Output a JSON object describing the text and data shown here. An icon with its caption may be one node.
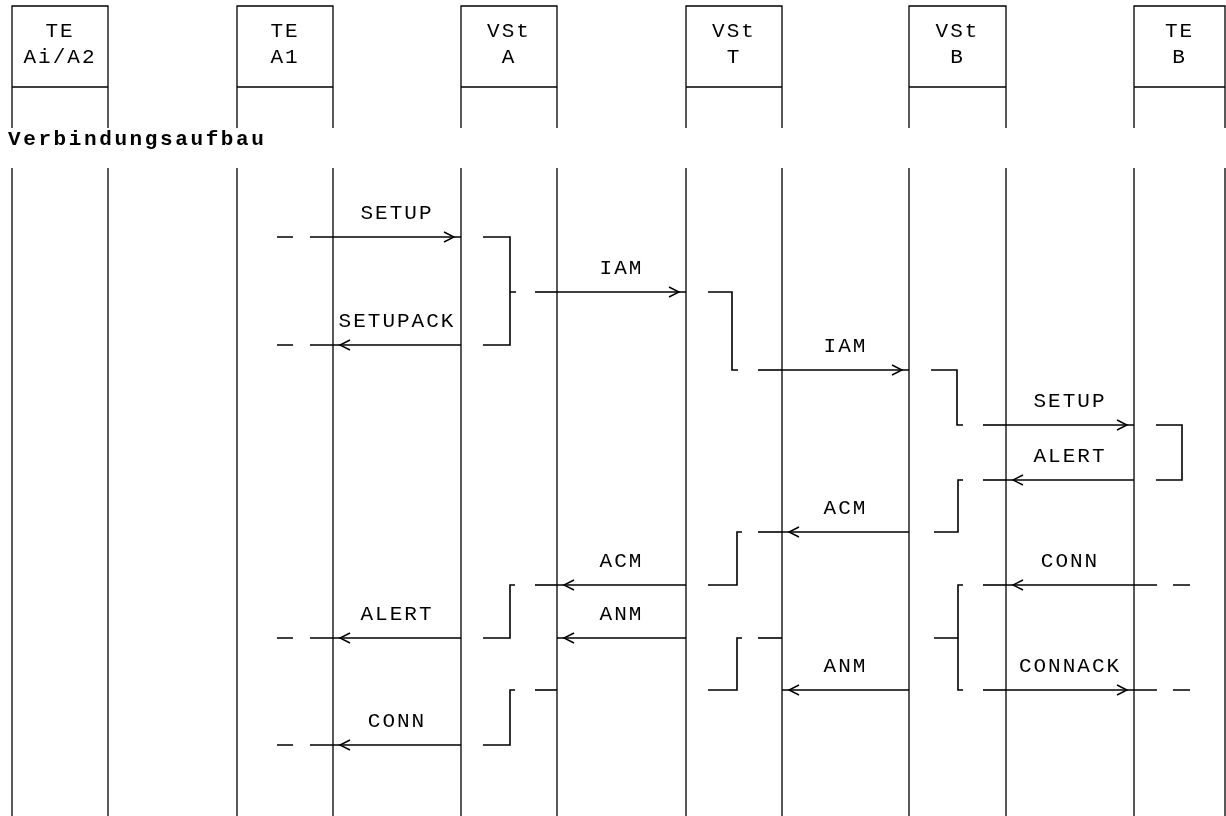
{
  "diagram": {
    "title": "Verbindungsaufbau",
    "nodes": [
      {
        "text": [
          "TE Ai/A2"
        ]
      },
      {
        "text": [
          "TE A1"
        ]
      },
      {
        "text": [
          "VSt A"
        ]
      },
      {
        "text": [
          "VSt T"
        ]
      },
      {
        "text": [
          "VSt B"
        ]
      },
      {
        "text": [
          "TE B"
        ]
      }
    ],
    "edges": [
      {
        "from": 1,
        "to": 2,
        "arrow": "to",
        "label": "SETUP"
      },
      {
        "from": 2,
        "to": 1,
        "arrow": "to",
        "label": "SETUPACK"
      },
      {
        "from": 2,
        "to": 3,
        "arrow": "to",
        "label": "IAM"
      },
      {
        "from": 3,
        "to": 4,
        "arrow": "to",
        "label": "IAM"
      },
      {
        "from": 4,
        "to": 5,
        "arrow": "to",
        "label": "SETUP"
      },
      {
        "from": 5,
        "to": 4,
        "arrow": "to",
        "label": "ALERT"
      },
      {
        "from": 4,
        "to": 3,
        "arrow": "to",
        "label": "ACM"
      },
      {
        "from": 3,
        "to": 2,
        "arrow": "to",
        "label": "ACM"
      },
      {
        "from": 2,
        "to": 1,
        "arrow": "to",
        "label": "ALERT"
      },
      {
        "from": 5,
        "to": 4,
        "arrow": "to",
        "label": "CONN"
      },
      {
        "from": 4,
        "to": 3,
        "arrow": "to",
        "label": "ANM"
      },
      {
        "from": 3,
        "to": 2,
        "arrow": "to",
        "label": "ANM"
      },
      {
        "from": 4,
        "to": 5,
        "arrow": "to",
        "label": "CONNACK"
      },
      {
        "from": 2,
        "to": 1,
        "arrow": "to",
        "label": "CONN"
      }
    ]
  }
}
